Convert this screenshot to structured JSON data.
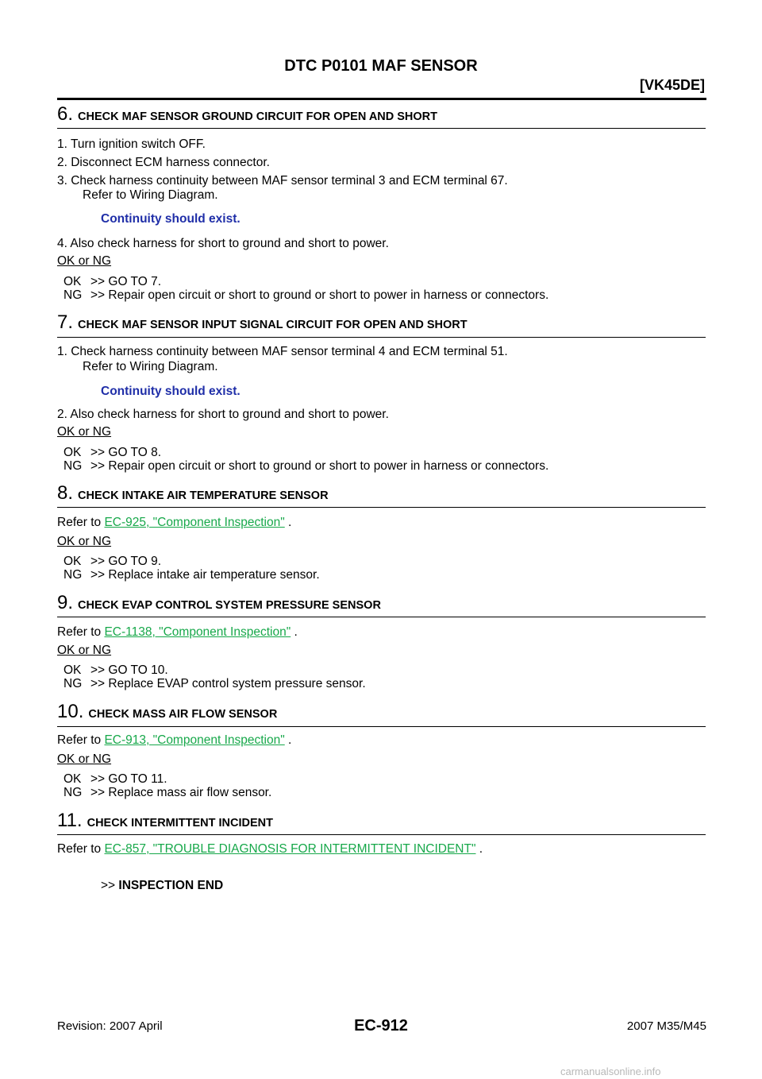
{
  "header": {
    "title": "DTC P0101 MAF SENSOR",
    "model": "[VK45DE]"
  },
  "steps": {
    "s6": {
      "num": "6.",
      "title": "CHECK MAF SENSOR GROUND CIRCUIT FOR OPEN AND SHORT",
      "items": [
        "1.   Turn ignition switch OFF.",
        "2.   Disconnect ECM harness connector.",
        "3.   Check harness continuity between MAF sensor terminal 3 and ECM terminal 67."
      ],
      "refer": "Refer to Wiring Diagram.",
      "spec": "Continuity should exist.",
      "item4": "4.   Also check harness for short to ground and short to power.",
      "okng": "OK or NG",
      "ok_label": "OK",
      "ok_text": ">> GO TO 7.",
      "ng_label": "NG",
      "ng_text": ">> Repair open circuit or short to ground or short to power in harness or connectors."
    },
    "s7": {
      "num": "7.",
      "title": "CHECK MAF SENSOR INPUT SIGNAL CIRCUIT FOR OPEN AND SHORT",
      "item1": "1.   Check harness continuity between MAF sensor terminal 4 and ECM terminal 51.",
      "refer": "Refer to Wiring Diagram.",
      "spec": "Continuity should exist.",
      "item2": "2.   Also check harness for short to ground and short to power.",
      "okng": "OK or NG",
      "ok_label": "OK",
      "ok_text": ">> GO TO 8.",
      "ng_label": "NG",
      "ng_text": ">> Repair open circuit or short to ground or short to power in harness or connectors."
    },
    "s8": {
      "num": "8.",
      "title": "CHECK INTAKE AIR TEMPERATURE SENSOR",
      "refer_prefix": "Refer to ",
      "link": "EC-925, \"Component Inspection\"",
      "refer_suffix": " .",
      "okng": "OK or NG",
      "ok_label": "OK",
      "ok_text": ">> GO TO 9.",
      "ng_label": "NG",
      "ng_text": ">> Replace intake air temperature sensor."
    },
    "s9": {
      "num": "9.",
      "title": "CHECK EVAP CONTROL SYSTEM PRESSURE SENSOR",
      "refer_prefix": "Refer to ",
      "link": "EC-1138, \"Component Inspection\"",
      "refer_suffix": " .",
      "okng": "OK or NG",
      "ok_label": "OK",
      "ok_text": ">> GO TO 10.",
      "ng_label": "NG",
      "ng_text": ">> Replace EVAP control system pressure sensor."
    },
    "s10": {
      "num": "10.",
      "title": "CHECK MASS AIR FLOW SENSOR",
      "refer_prefix": "Refer to ",
      "link": "EC-913, \"Component Inspection\"",
      "refer_suffix": " .",
      "okng": "OK or NG",
      "ok_label": "OK",
      "ok_text": ">> GO TO 11.",
      "ng_label": "NG",
      "ng_text": ">> Replace mass air flow sensor."
    },
    "s11": {
      "num": "11.",
      "title": "CHECK INTERMITTENT INCIDENT",
      "refer_prefix": "Refer to ",
      "link": "EC-857, \"TROUBLE DIAGNOSIS FOR INTERMITTENT INCIDENT\"",
      "refer_suffix": " .",
      "end_prefix": ">>",
      "end_text": "INSPECTION END"
    }
  },
  "footer": {
    "revision": "Revision: 2007 April",
    "page": "EC-912",
    "model": "2007 M35/M45"
  },
  "watermark": "carmanualsonline.info"
}
